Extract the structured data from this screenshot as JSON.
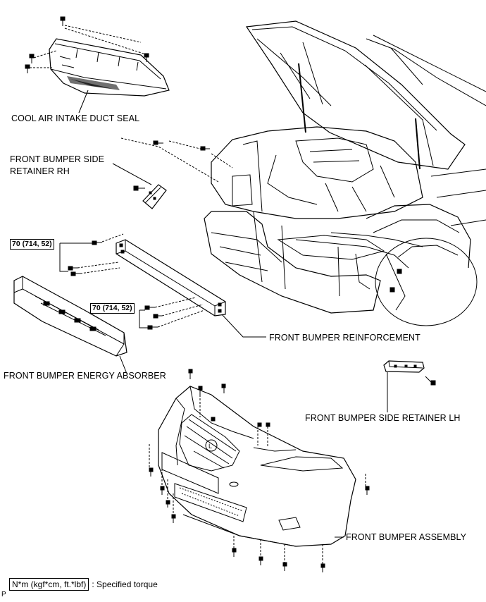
{
  "labels": {
    "cool_air_intake_duct_seal": "COOL AIR INTAKE DUCT SEAL",
    "front_bumper_side_retainer_rh_line1": "FRONT BUMPER SIDE",
    "front_bumper_side_retainer_rh_line2": "RETAINER RH",
    "front_bumper_reinforcement": "FRONT BUMPER REINFORCEMENT",
    "front_bumper_energy_absorber": "FRONT BUMPER ENERGY ABSORBER",
    "front_bumper_side_retainer_lh": "FRONT BUMPER SIDE RETAINER LH",
    "front_bumper_assembly": "FRONT BUMPER ASSEMBLY"
  },
  "torque_specs": [
    {
      "value": "70 (714, 52)"
    },
    {
      "value": "70 (714, 52)"
    }
  ],
  "legend": {
    "unit_box": "N*m (kgf*cm, ft.*lbf)",
    "description": ": Specified torque"
  },
  "figure_code": "P",
  "colors": {
    "line": "#000000",
    "background": "#ffffff"
  }
}
